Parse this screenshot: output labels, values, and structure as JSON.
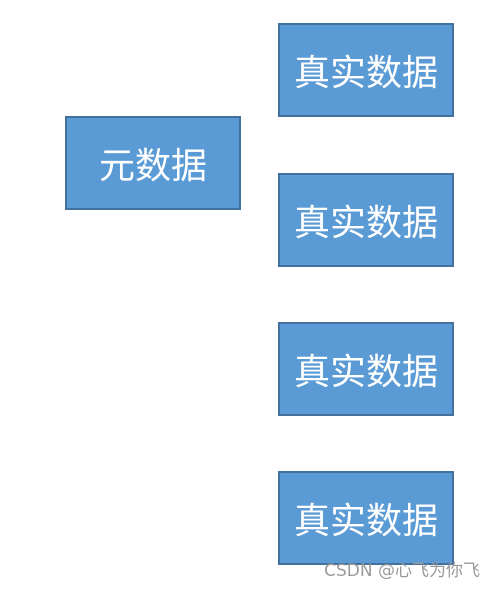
{
  "diagram": {
    "colors": {
      "box_fill": "#5B9BD5",
      "box_border": "#41719C",
      "box_text": "#FFFFFF",
      "watermark": "#9A9A9A"
    },
    "meta_box": {
      "label": "元数据"
    },
    "real_boxes": [
      {
        "label": "真实数据"
      },
      {
        "label": "真实数据"
      },
      {
        "label": "真实数据"
      },
      {
        "label": "真实数据"
      }
    ]
  },
  "watermark": {
    "text": "CSDN @心飞为你飞"
  }
}
